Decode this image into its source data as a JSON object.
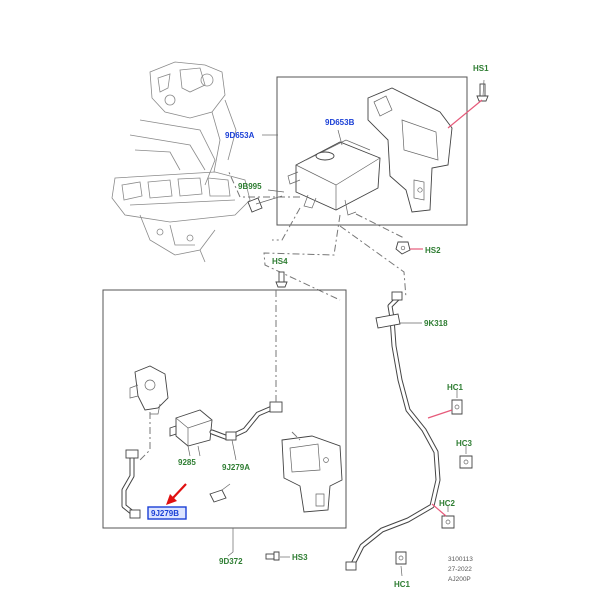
{
  "labels": {
    "hs1": "HS1",
    "d653a": "9D653A",
    "d653b": "9D653B",
    "b995": "9B995",
    "hs2": "HS2",
    "hs4": "HS4",
    "k318": "9K318",
    "hc1_top": "HC1",
    "hc3": "HC3",
    "hc2": "HC2",
    "p9285": "9285",
    "j279a": "9J279A",
    "j279b": "9J279B",
    "d372": "9D372",
    "hs3": "HS3",
    "hc1_bottom": "HC1"
  },
  "meta": {
    "line1": "3100113",
    "line2": "27-2022",
    "line3": "AJ200P"
  },
  "colors": {
    "label_green": "#2e7d32",
    "label_blue": "#1a3fd6",
    "highlight_box": "#1a3fd6",
    "pointer_arrow": "#e01010"
  }
}
